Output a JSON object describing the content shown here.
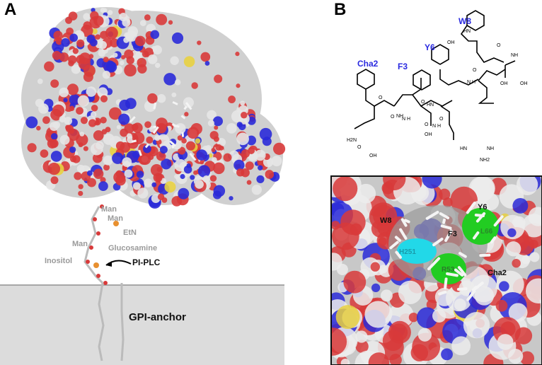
{
  "panel_a": {
    "letter": "A",
    "labels": {
      "man1": "Man",
      "man2": "Man",
      "etn": "EtN",
      "man3": "Man",
      "glucosamine": "Glucosamine",
      "inositol": "Inositol",
      "pi_plc": "PI-PLC",
      "gpi_anchor": "GPI-anchor"
    }
  },
  "panel_b": {
    "letter": "B",
    "structure_labels": {
      "w8": "W8",
      "y6": "Y6",
      "cha2": "Cha2",
      "f3": "F3"
    },
    "atom_labels": [
      "HN",
      "OH",
      "O",
      "NH",
      "O",
      "N H",
      "OH",
      "OH",
      "O",
      "O",
      "NH",
      "N H",
      "O",
      "HN",
      "O",
      "N H",
      "O",
      "H2N",
      "O",
      "OH",
      "OH",
      "HN",
      "NH",
      "NH2"
    ],
    "inset_labels": {
      "w8": "W8",
      "y6": "Y6",
      "f3": "F3",
      "l66": "L66",
      "h251": "H251",
      "r53": "R53",
      "cha2": "Cha2"
    }
  },
  "colors": {
    "carbon": "#d0d0d0",
    "oxygen": "#d83a3a",
    "nitrogen": "#2a2ad8",
    "h251": "#22d8e8",
    "hydrophobic": "#22cc22",
    "label_blue": "#2a2ae0",
    "membrane": "#dcdcdc"
  }
}
